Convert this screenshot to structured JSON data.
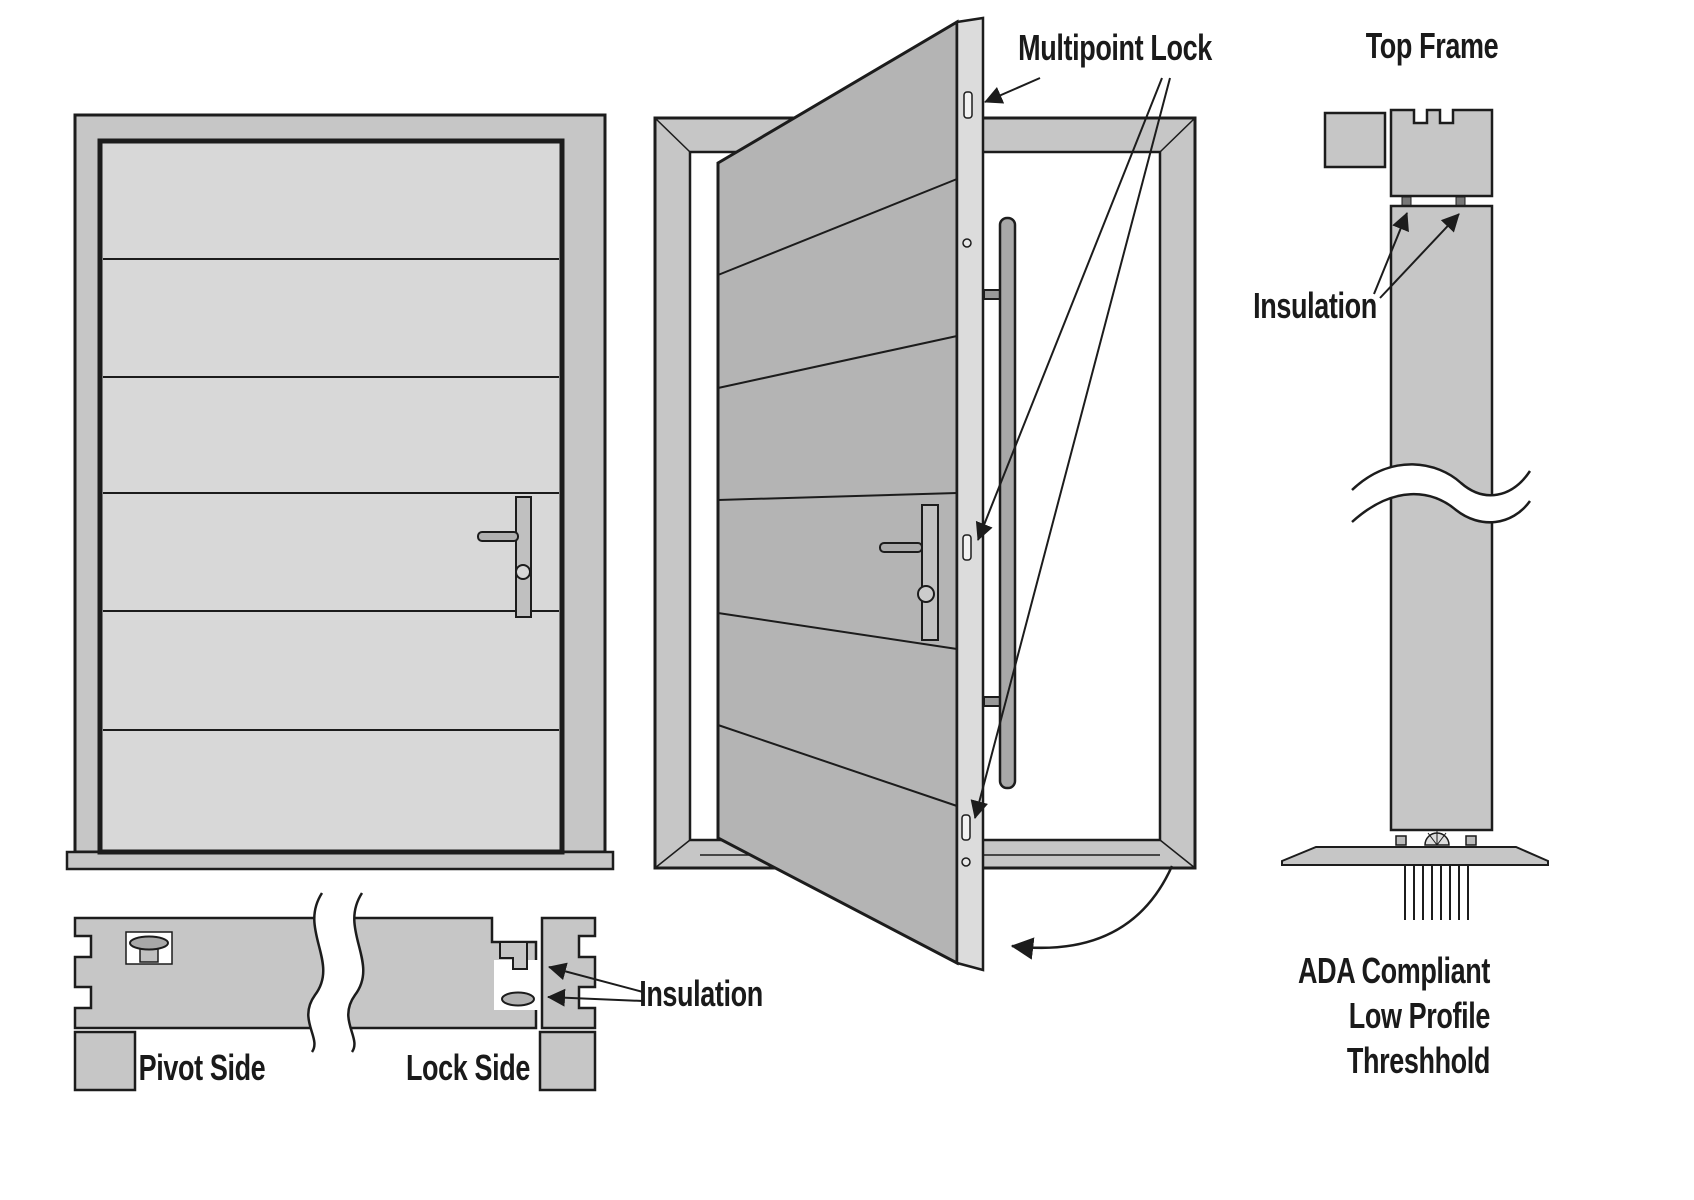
{
  "labels": {
    "multipoint_lock": "Multipoint Lock",
    "top_frame": "Top Frame",
    "insulation_jamb": "Insulation",
    "insulation_sill": "Insulation",
    "pivot_side": "Pivot Side",
    "lock_side": "Lock Side",
    "threshold": {
      "line1": "ADA Compliant",
      "line2": "Low Profile",
      "line3": "Threshhold"
    }
  },
  "colors": {
    "background": "#ffffff",
    "frame_gray": "#c6c6c6",
    "door_front": "#d8d8d8",
    "door_open": "#b4b4b4",
    "door_edge": "#dcdcdc",
    "hardware_gray": "#a8a8a8",
    "outline": "#1c1c1c",
    "text": "#1a1a1a"
  }
}
